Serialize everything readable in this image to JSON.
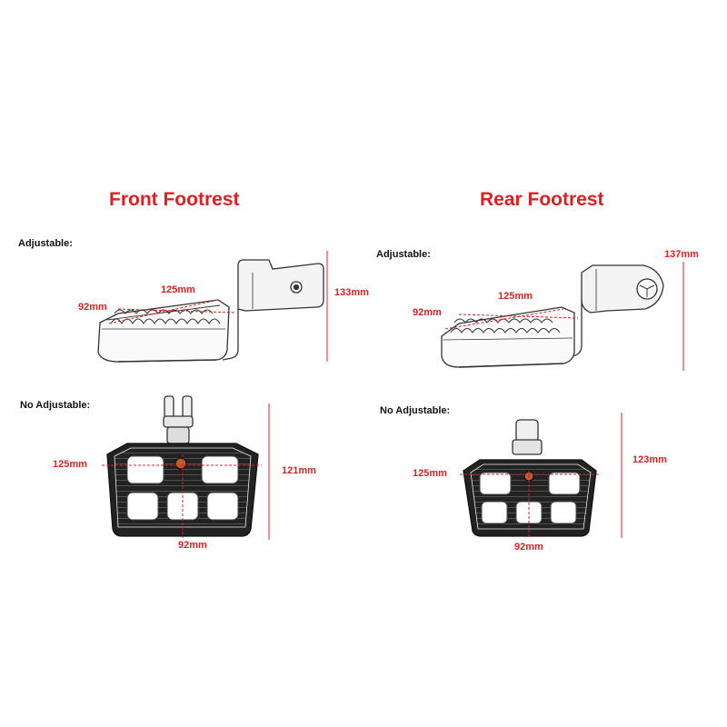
{
  "front": {
    "title": "Front Footrest",
    "adjustable": {
      "label": "Adjustable:",
      "width": "92mm",
      "length": "125mm",
      "height": "133mm"
    },
    "fixed": {
      "label": "No Adjustable:",
      "length": "125mm",
      "height": "121mm",
      "width": "92mm"
    }
  },
  "rear": {
    "title": "Rear Footrest",
    "adjustable": {
      "label": "Adjustable:",
      "width": "92mm",
      "length": "125mm",
      "height": "137mm"
    },
    "fixed": {
      "label": "No Adjustable:",
      "length": "125mm",
      "height": "123mm",
      "width": "92mm"
    }
  },
  "colors": {
    "title": "#e02020",
    "dimension": "#e02020",
    "line_art": "#333333"
  }
}
